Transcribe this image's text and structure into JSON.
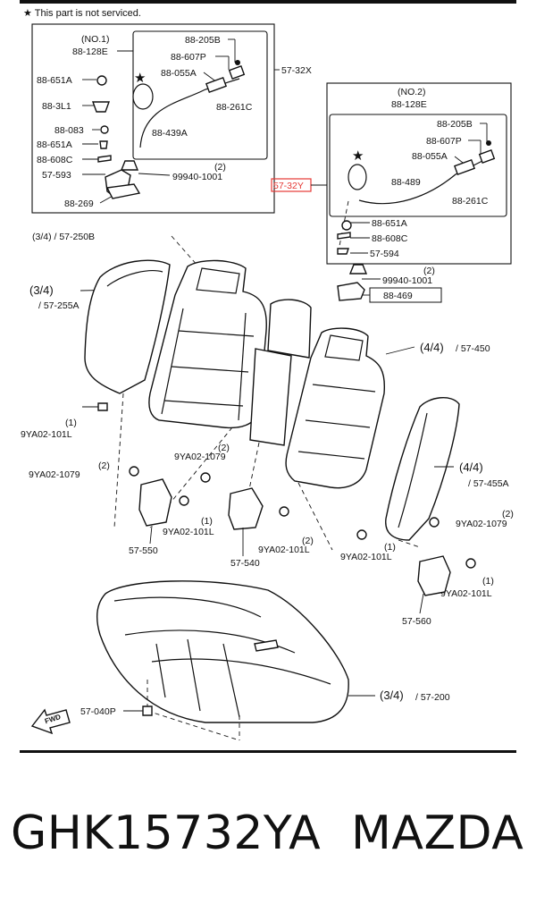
{
  "note": "This part is not serviced.",
  "star_symbol": "★",
  "left_box": {
    "header": "(NO.1)",
    "part": "88-128E",
    "labels": {
      "l205b": "88-205B",
      "l607p": "88-607P",
      "l055a": "88-055A",
      "l261c": "88-261C",
      "l439a": "88-439A",
      "l651a_top": "88-651A",
      "l3l1": "88-3L1",
      "l083": "88-083",
      "l651a_mid": "88-651A",
      "l608c": "88-608C",
      "l593": "57-593",
      "l269": "88-269",
      "l99940": "99940-1001",
      "l99940_qty": "(2)"
    },
    "callout": "57-32X"
  },
  "right_box": {
    "header": "(NO.2)",
    "part": "88-128E",
    "labels": {
      "l205b": "88-205B",
      "l607p": "88-607P",
      "l055a": "88-055A",
      "l489": "88-489",
      "l261c": "88-261C",
      "l651a": "88-651A",
      "l608c": "88-608C",
      "l594": "57-594",
      "l99940_qty": "(2)",
      "l99940": "99940-1001",
      "l469": "88-469"
    },
    "callout": "57-32Y"
  },
  "callouts": {
    "c250b": "(3/4) / 57-250B",
    "c255a_frac": "(3/4)",
    "c255a": "/ 57-255A",
    "c450_frac": "(4/4)",
    "c450": "/ 57-450",
    "c455a_frac": "(4/4)",
    "c455a": "/ 57-455A",
    "c200_frac": "(3/4)",
    "c200": "/ 57-200",
    "b101l_a_qty": "(1)",
    "b101l_a": "9YA02-101L",
    "b1079_a_qty": "(2)",
    "b1079_a": "9YA02-1079",
    "b1079_b_qty": "(2)",
    "b1079_b": "9YA02-1079",
    "b101l_b_qty": "(1)",
    "b101l_b": "9YA02-101L",
    "p550": "57-550",
    "p540": "57-540",
    "b101l_c_qty": "(2)",
    "b101l_c": "9YA02-101L",
    "b101l_d_qty": "(1)",
    "b101l_d": "9YA02-101L",
    "b1079_c_qty": "(2)",
    "b1079_c": "9YA02-1079",
    "b101l_e_qty": "(1)",
    "b101l_e": "9YA02-101L",
    "p560": "57-560",
    "p040p": "57-040P",
    "fwd": "FWD"
  },
  "footer": {
    "part_number": "GHK15732YA",
    "brand": "MAZDA"
  },
  "colors": {
    "highlight": "#e53935",
    "ink": "#111111"
  }
}
